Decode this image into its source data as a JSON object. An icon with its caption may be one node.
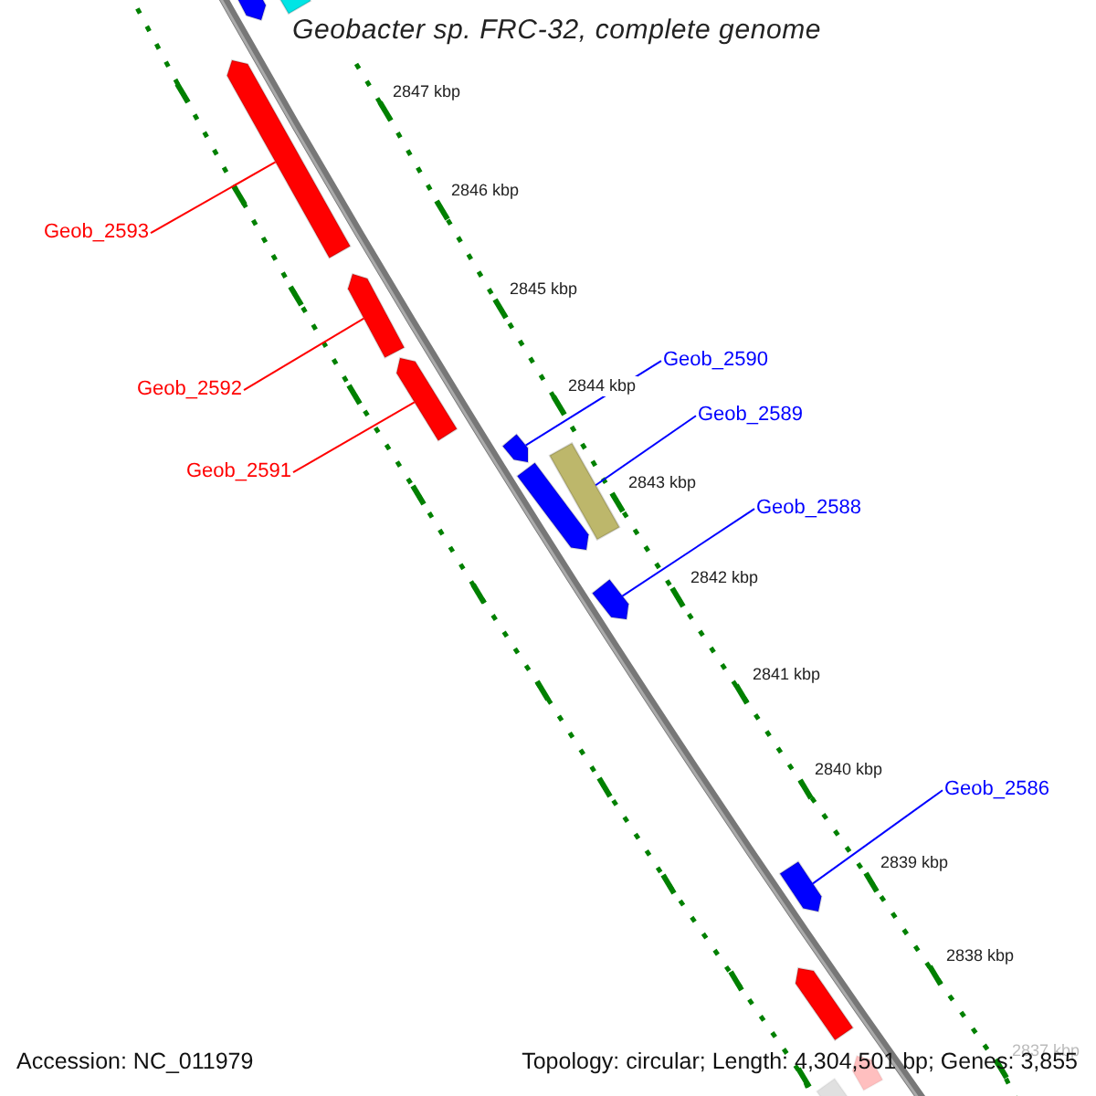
{
  "diagram": {
    "title": "Geobacter sp. FRC-32, complete genome",
    "nodes": [
      {
        "text": [],
        "shape": "bar"
      },
      {
        "text": [],
        "shape": "bar"
      },
      {
        "text": [],
        "shape": "bar"
      },
      {
        "text": [],
        "shape": "bar"
      },
      {
        "text": [],
        "shape": "bar"
      },
      {
        "text": [],
        "shape": "bar"
      },
      {
        "text": [],
        "shape": "bar"
      },
      {
        "text": [],
        "shape": "bar"
      },
      {
        "text": [],
        "shape": "bar"
      },
      {
        "text": [],
        "shape": "bar"
      },
      {
        "text": [],
        "shape": "bar"
      },
      {
        "text": [],
        "shape": "bar"
      },
      {
        "text": [],
        "shape": "bar"
      },
      {
        "text": [
          "Geob_2593"
        ]
      },
      {
        "text": [
          "Geob_2592"
        ]
      },
      {
        "text": [
          "Geob_2591"
        ]
      },
      {
        "text": [
          "Geob_2590"
        ]
      },
      {
        "text": [
          "Geob_2589"
        ]
      },
      {
        "text": [
          "Geob_2588"
        ]
      },
      {
        "text": [
          "Geob_2586"
        ]
      }
    ],
    "edges": [
      {
        "from": 13,
        "to": 2,
        "arrow": "none",
        "color": "#ff0000"
      },
      {
        "from": 14,
        "to": 3,
        "arrow": "none",
        "color": "#ff0000"
      },
      {
        "from": 15,
        "to": 4,
        "arrow": "none",
        "color": "#ff0000"
      },
      {
        "from": 16,
        "to": 5,
        "arrow": "none"
      },
      {
        "from": 17,
        "to": 6,
        "arrow": "none"
      },
      {
        "from": 18,
        "to": 8,
        "arrow": "none"
      },
      {
        "from": 19,
        "to": 9,
        "arrow": "none"
      }
    ],
    "labels": [
      "2847 kbp",
      "2846 kbp",
      "2845 kbp",
      "2844 kbp",
      "2843 kbp",
      "2842 kbp",
      "2841 kbp",
      "2840 kbp",
      "2839 kbp",
      "2838 kbp",
      "2837 kbp",
      "Accession: NC_011979",
      "Topology: circular; Length: 4,304,501 bp; Genes: 3,855"
    ]
  }
}
